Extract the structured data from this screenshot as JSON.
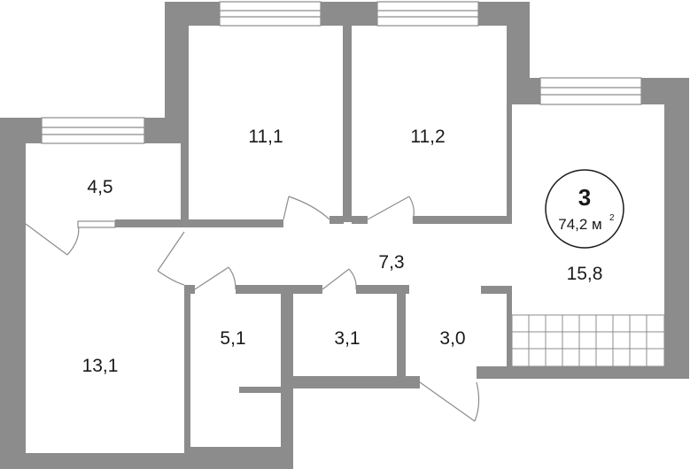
{
  "apartment": {
    "rooms_count": "3",
    "total_area": "74,2 м",
    "area_unit_sup": "2"
  },
  "rooms": {
    "bedroom_left": "11,1",
    "bedroom_right": "11,2",
    "kitchen_living": "15,8",
    "small_room": "4,5",
    "corridor": "7,3",
    "room_bottom_left": "13,1",
    "bathroom_1": "5,1",
    "bathroom_2": "3,1",
    "storage": "3,0"
  },
  "colors": {
    "wall": "#8c8c8c",
    "line": "#8c8c8c",
    "background": "#ffffff",
    "text": "#1a1a1a"
  }
}
